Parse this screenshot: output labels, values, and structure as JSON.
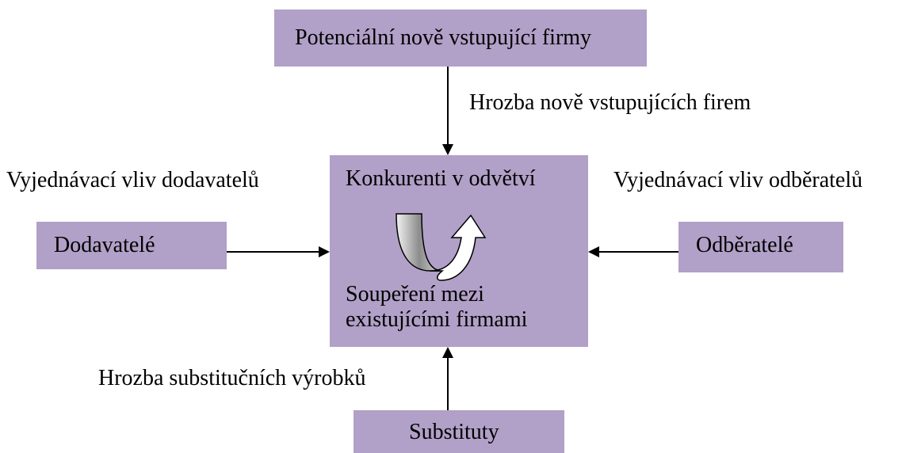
{
  "diagram": {
    "entrants": {
      "label": "Potenciální nově vstupující firmy"
    },
    "threat_entrants": "Hrozba nově vstupujících firem",
    "suppliers_power": "Vyjednávací vliv dodavatelů",
    "buyers_power": "Vyjednávací vliv odběratelů",
    "center": {
      "title": "Konkurenti v odvětví",
      "rivalry_line1": "Soupeření mezi",
      "rivalry_line2": "existujícími firmami"
    },
    "suppliers": {
      "label": "Dodavatelé"
    },
    "buyers": {
      "label": "Odběratelé"
    },
    "threat_substitutes": "Hrozba substitučních výrobků",
    "substitutes": {
      "label": "Substituty"
    },
    "colors": {
      "box_fill": "#b1a0c7",
      "arrow": "#000000"
    },
    "icons": {
      "rivalry": "curved-u-turn-arrow-icon"
    }
  }
}
